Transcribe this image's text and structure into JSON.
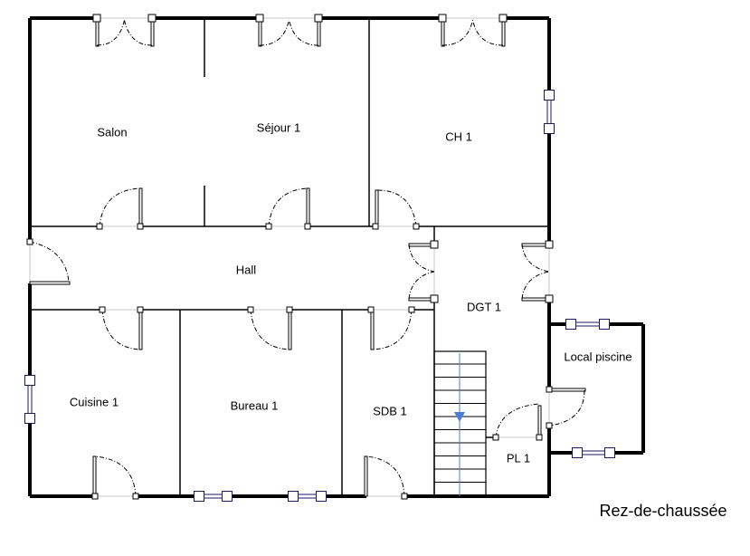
{
  "plan": {
    "level_title": "Rez-de-chaussée",
    "rooms": [
      {
        "id": "salon",
        "label": "Salon"
      },
      {
        "id": "sejour",
        "label": "Séjour 1"
      },
      {
        "id": "ch1",
        "label": "CH 1"
      },
      {
        "id": "hall",
        "label": "Hall"
      },
      {
        "id": "dgt1",
        "label": "DGT 1"
      },
      {
        "id": "cuisine",
        "label": "Cuisine 1"
      },
      {
        "id": "bureau",
        "label": "Bureau 1"
      },
      {
        "id": "sdb",
        "label": "SDB 1"
      },
      {
        "id": "piscine",
        "label": "Local piscine"
      },
      {
        "id": "pl1",
        "label": "PL 1"
      }
    ],
    "colors": {
      "wall": "#000000",
      "window": "#1a1a66",
      "stair_arrow": "#4a7fd8",
      "opening": "#c8c8c8"
    }
  }
}
